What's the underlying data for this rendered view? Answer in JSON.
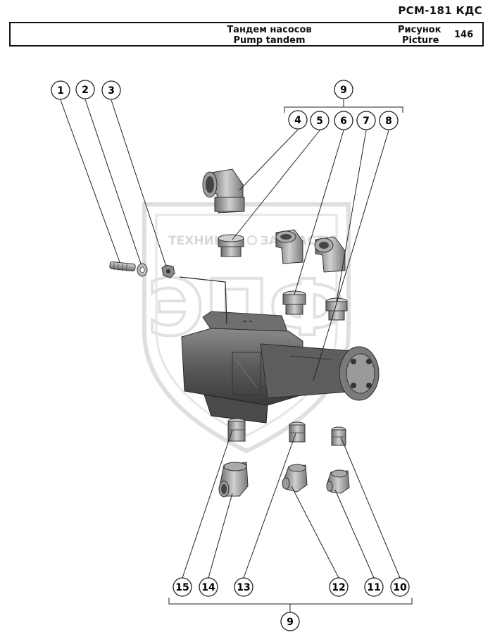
{
  "header": {
    "doc_code": "РСМ-181 КДС",
    "title_ru": "Тандем насосов",
    "title_en": "Pump tandem",
    "picture_label_ru": "Рисунок",
    "picture_label_en": "Picture",
    "picture_number": "146"
  },
  "watermark": {
    "top_left": "ТЕХНИКА",
    "top_right": "ЗАПЧАСТИ",
    "big": "ЭПФ"
  },
  "callouts": {
    "c1": "1",
    "c2": "2",
    "c3": "3",
    "c4": "4",
    "c5": "5",
    "c6": "6",
    "c7": "7",
    "c8": "8",
    "c9_top": "9",
    "c9_bottom": "9",
    "c10": "10",
    "c11": "11",
    "c12": "12",
    "c13": "13",
    "c14": "14",
    "c15": "15"
  },
  "colors": {
    "line": "#222222",
    "part_dark": "#555555",
    "part_mid": "#8a8a8a",
    "part_light": "#c8c8c8",
    "watermark": "#d8d8d8"
  }
}
